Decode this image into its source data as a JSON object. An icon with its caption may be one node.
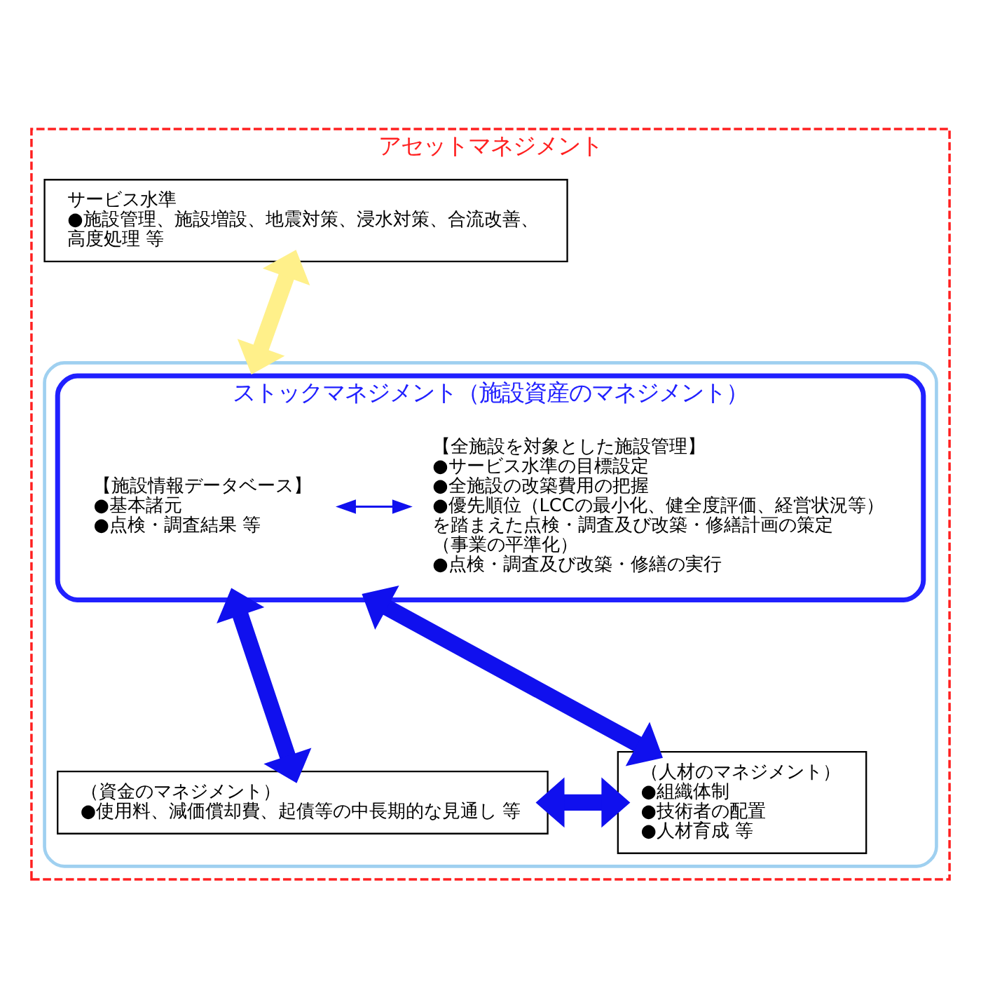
{
  "diagram": {
    "nodes": [
      {
        "text": [
          "アセットマネジメント"
        ]
      },
      {
        "text": [
          "サービス水準",
          "●施設管理、施設増設、地震対策、浸水対策、合流改善、高度処理 等"
        ],
        "in": 0
      },
      {
        "text": [],
        "shape": "box",
        "in": 0
      },
      {
        "text": [
          "ストックマネジメント（施設資産のマネジメント）"
        ],
        "in": 2
      },
      {
        "text": [
          "【施設情報データベース】",
          "●基本諸元",
          "●点検・調査結果 等"
        ],
        "in": 3
      },
      {
        "text": [
          "【全施設を対象とした施設管理】",
          "●サービス水準の目標設定",
          "●全施設の改築費用の把握",
          "●優先順位（LCCの最小化、健全度評価、経営状況等）を踏まえた点検・調査及び改築・修繕計画の策定",
          "（事業の平準化）",
          "●点検・調査及び改築・修繕の実行"
        ],
        "in": 3
      },
      {
        "text": [
          "（資金のマネジメント）",
          "●使用料、減価償却費、起債等の中長期的な見通し 等"
        ],
        "in": 2
      },
      {
        "text": [
          "（人材のマネジメント）",
          "●組織体制",
          "●技術者の配置",
          "●人材育成 等"
        ],
        "in": 2
      }
    ],
    "edges": [
      {
        "from": 1,
        "to": 2,
        "arrow": "both",
        "color": "#fff08a"
      },
      {
        "from": 4,
        "to": 5,
        "arrow": "both"
      },
      {
        "from": 3,
        "to": 6,
        "arrow": "both"
      },
      {
        "from": 3,
        "to": 7,
        "arrow": "both"
      },
      {
        "from": 6,
        "to": 7,
        "arrow": "both"
      }
    ]
  }
}
